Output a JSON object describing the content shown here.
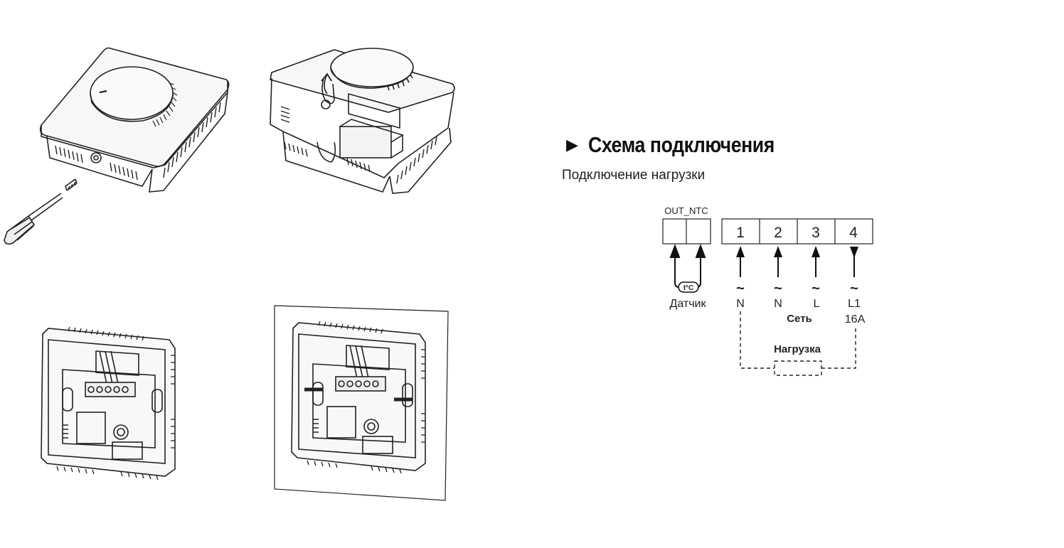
{
  "section": {
    "title": "Схема подключения",
    "subtitle": "Подключение нагрузки"
  },
  "diagram": {
    "sensor_block_label": "OUT_NTC",
    "sensor_symbol": "t°C",
    "sensor_label": "Датчик",
    "terminals": [
      {
        "number": "1",
        "symbol": "~",
        "label": "N",
        "direction": "in"
      },
      {
        "number": "2",
        "symbol": "~",
        "label": "N",
        "direction": "in"
      },
      {
        "number": "3",
        "symbol": "~",
        "label": "L",
        "direction": "in"
      },
      {
        "number": "4",
        "symbol": "~",
        "label": "L1",
        "direction": "out"
      }
    ],
    "network_label": "Сеть",
    "current_rating": "16A",
    "load_label": "Нагрузка"
  },
  "illustrations": [
    {
      "name": "thermostat-closed-with-screwdriver"
    },
    {
      "name": "thermostat-cover-opened"
    },
    {
      "name": "thermostat-base-open"
    },
    {
      "name": "thermostat-base-mounted-on-wall"
    }
  ]
}
